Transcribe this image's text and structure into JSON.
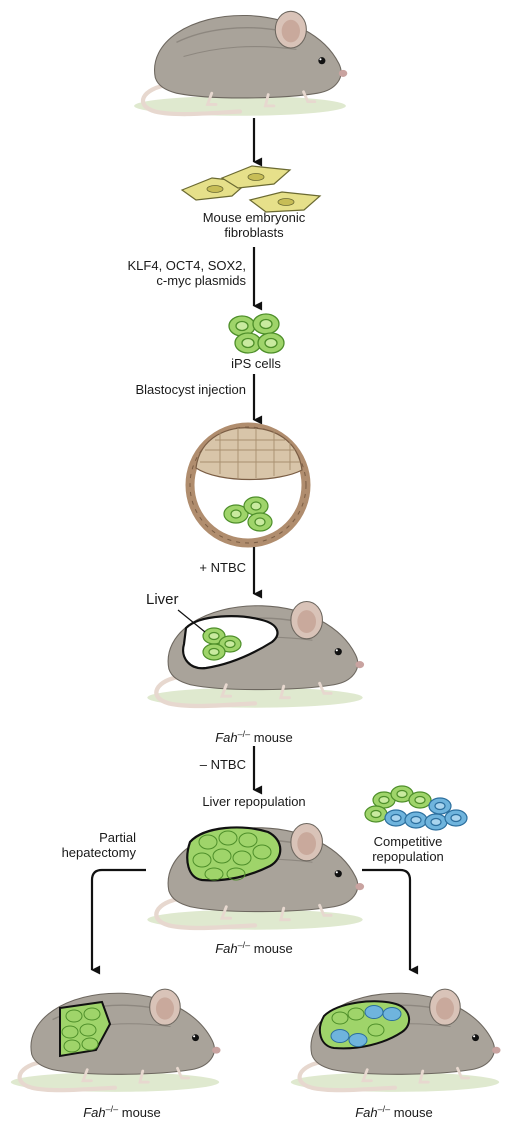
{
  "steps": {
    "mef_line1": "Mouse embryonic",
    "mef_line2": "fibroblasts",
    "plasmids_line1": "KLF4, OCT4, SOX2,",
    "plasmids_line2": "c-myc plasmids",
    "ips": "iPS cells",
    "blastocyst": "Blastocyst injection",
    "ntbc_plus": "+ NTBC",
    "liver": "Liver",
    "ntbc_minus": "– NTBC",
    "liver_repop": "Liver repopulation",
    "partial_line1": "Partial",
    "partial_line2": "hepatectomy",
    "competitive_line1": "Competitive",
    "competitive_line2": "repopulation"
  },
  "mouse_label": {
    "gene": "Fah",
    "genotype": "–/–",
    "word": " mouse"
  },
  "colors": {
    "fur": "#a9a39a",
    "fur_dark": "#7d776f",
    "ear": "#d9c3b8",
    "green_cell": "#9fd46a",
    "green_dark": "#4e8f2a",
    "blue_cell": "#6fb4dd",
    "blue_dark": "#2c6f9e",
    "fibroblast": "#e6e08a",
    "blastocyst_wall": "#b08d6e",
    "ground": "#dfe9cf"
  }
}
